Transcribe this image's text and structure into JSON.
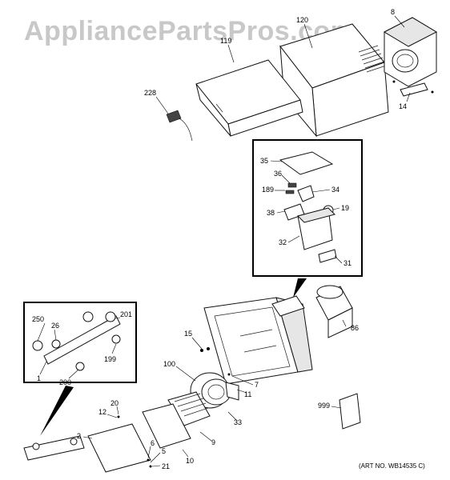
{
  "watermark": "AppliancePartsPros.com",
  "art_number": "(ART NO. WB14535 C)",
  "colors": {
    "line": "#111111",
    "watermark": "#c8c8c8",
    "background": "#ffffff"
  },
  "callouts": {
    "p8": "8",
    "p120": "120",
    "p119": "119",
    "p228": "228",
    "p14": "14",
    "p35": "35",
    "p36": "36",
    "p189": "189",
    "p34": "34",
    "p38": "38",
    "p19": "19",
    "p32": "32",
    "p31": "31",
    "p250": "250",
    "p26": "26",
    "p201": "201",
    "p199": "199",
    "p1": "1",
    "p200": "200",
    "p15": "15",
    "p100": "100",
    "p7": "7",
    "p11": "11",
    "p86": "86",
    "p999": "999",
    "p20": "20",
    "p12": "12",
    "p2": "2",
    "p6": "6",
    "p5": "5",
    "p21": "21",
    "p10": "10",
    "p9": "9",
    "p33": "33"
  }
}
